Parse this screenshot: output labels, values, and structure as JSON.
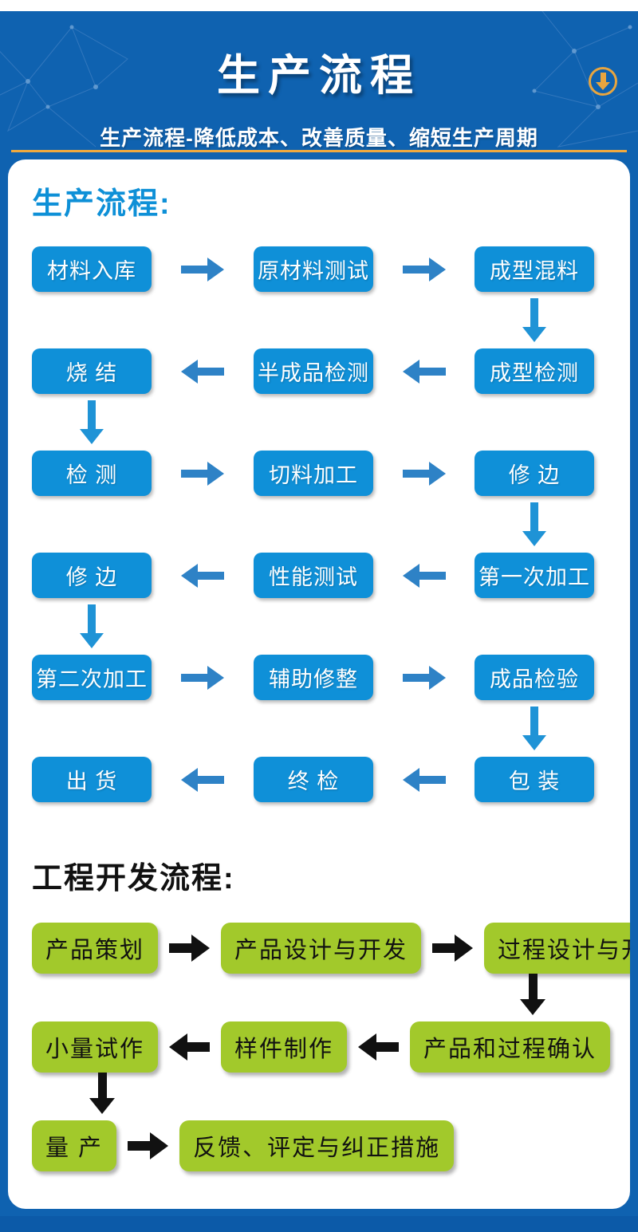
{
  "header": {
    "title": "生产流程",
    "subtitle": "生产流程-降低成本、改善质量、缩短生产周期",
    "scroll_icon": "circle-down-arrow-icon"
  },
  "production": {
    "heading": "生产流程:",
    "rows": [
      {
        "direction": "right",
        "boxes": [
          "材料入库",
          "原材料测试",
          "成型混料"
        ]
      },
      {
        "direction": "left",
        "boxes": [
          "烧 结",
          "半成品检测",
          "成型检测"
        ]
      },
      {
        "direction": "right",
        "boxes": [
          "检 测",
          "切料加工",
          "修 边"
        ]
      },
      {
        "direction": "left",
        "boxes": [
          "修 边",
          "性能测试",
          "第一次加工"
        ]
      },
      {
        "direction": "right",
        "boxes": [
          "第二次加工",
          "辅助修整",
          "成品检验"
        ]
      },
      {
        "direction": "left",
        "boxes": [
          "出 货",
          "终 检",
          "包 装"
        ]
      }
    ]
  },
  "engineering": {
    "heading": "工程开发流程:",
    "rows": [
      {
        "direction": "right",
        "boxes": [
          "产品策划",
          "产品设计与开发",
          "过程设计与开发"
        ]
      },
      {
        "direction": "left",
        "boxes": [
          "小量试作",
          "样件制作",
          "产品和过程确认"
        ]
      },
      {
        "direction": "right",
        "boxes": [
          "量 产",
          "反馈、评定与纠正措施"
        ]
      }
    ]
  },
  "colors": {
    "header_blue": "#0f62b0",
    "footer_blue": "#0c5aa8",
    "box_blue": "#0f90d8",
    "arrow_blue": "#2e82c6",
    "gold_accent": "#e8a53f",
    "box_green": "#a2c92b",
    "heading_blue": "#0e90d7"
  }
}
